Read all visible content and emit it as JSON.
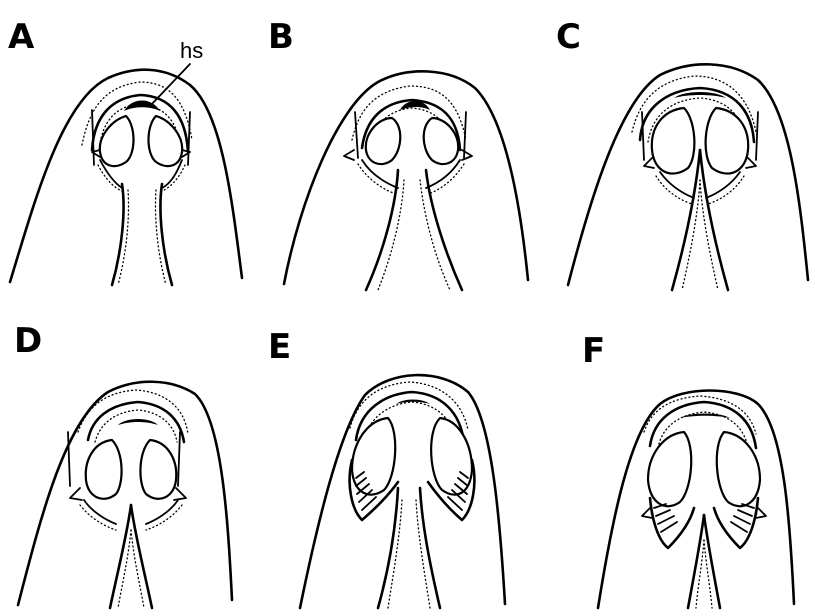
{
  "panels": [
    {
      "label": "A"
    },
    {
      "label": "B"
    },
    {
      "label": "C"
    },
    {
      "label": "D"
    },
    {
      "label": "E"
    },
    {
      "label": "F"
    }
  ],
  "annotation": "hs"
}
